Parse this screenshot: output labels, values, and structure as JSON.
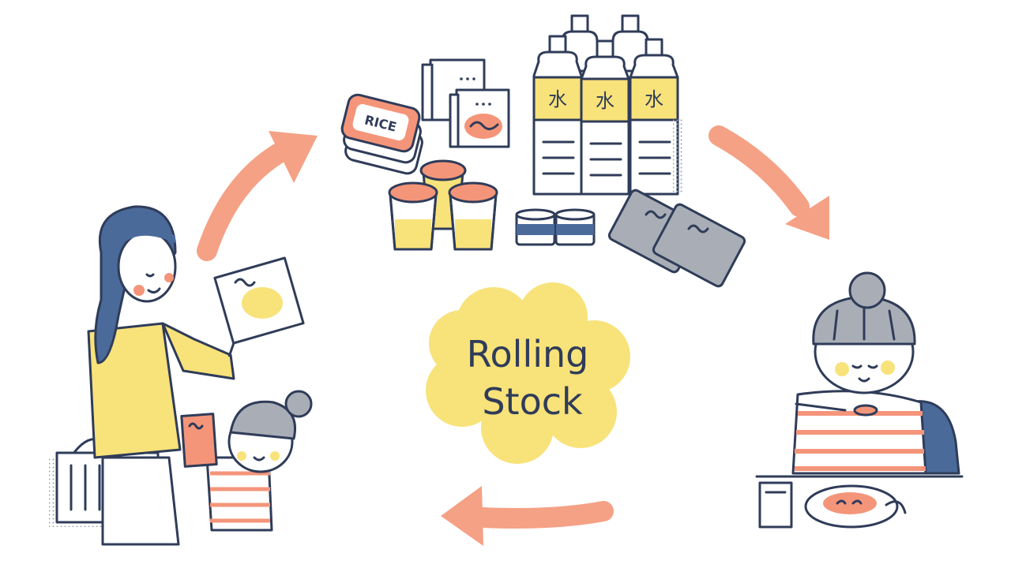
{
  "center_label": {
    "line1": "Rolling",
    "line2": "Stock"
  },
  "rice_pack_label": "RICE",
  "water_label": "水",
  "colors": {
    "ink": "#2f3c59",
    "yellow": "#f8e27a",
    "salmon": "#f4957a",
    "blue": "#4a6a9a",
    "gray": "#a9aeb6",
    "white": "#ffffff"
  }
}
